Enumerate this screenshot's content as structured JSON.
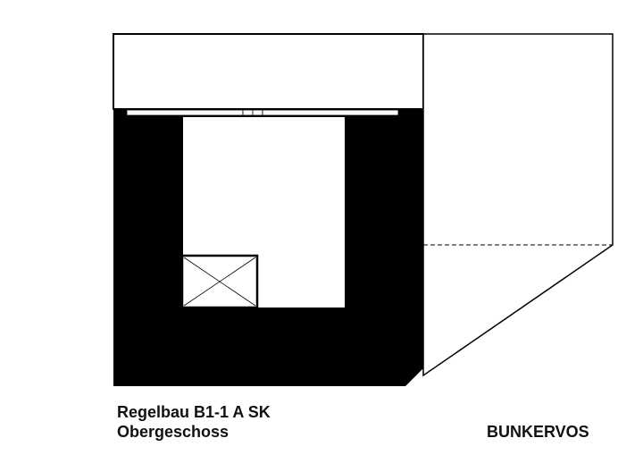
{
  "caption": {
    "line1": "Regelbau B1-1 A  SK",
    "line2": "Obergeschoss"
  },
  "author": "BUNKERVOS",
  "colors": {
    "wall": "#000000",
    "line": "#000000",
    "background": "#ffffff"
  }
}
